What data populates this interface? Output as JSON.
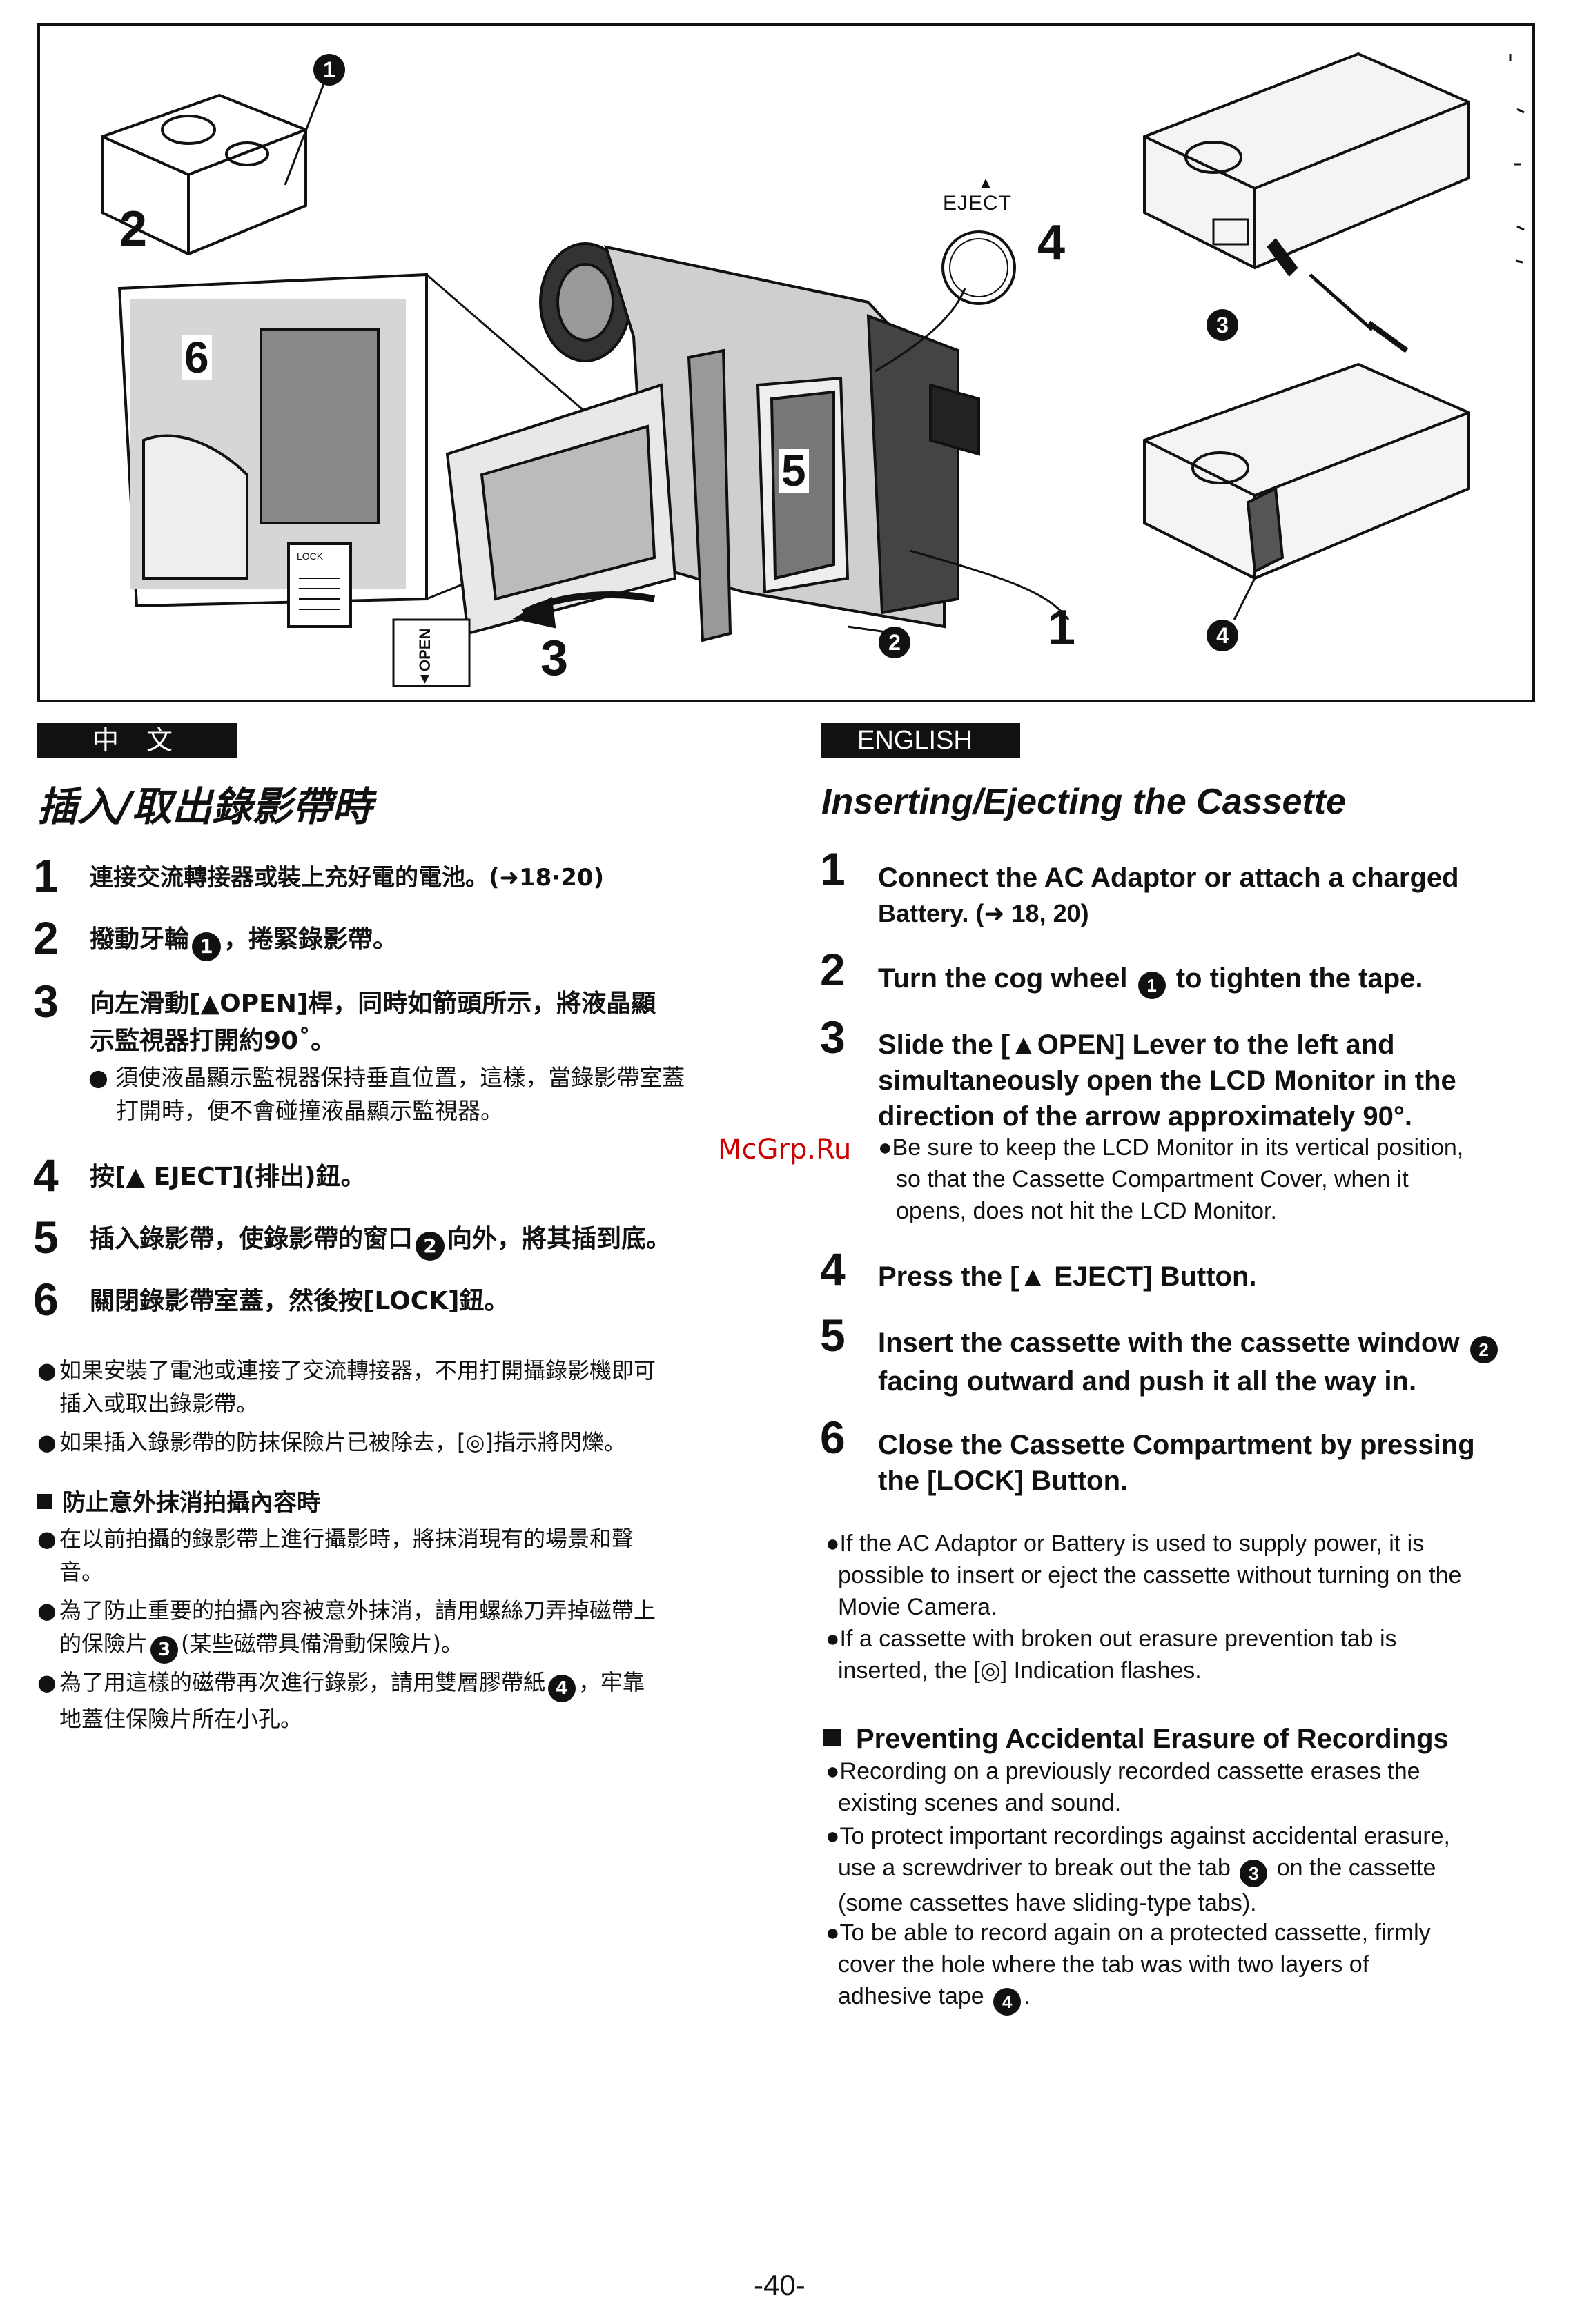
{
  "figure": {
    "callouts": {
      "c1": "1",
      "c2": "2",
      "c3": "3",
      "c4": "4",
      "c5": "5",
      "c6": "6",
      "circle1": "1",
      "circle2": "2",
      "circle3": "3",
      "circle4": "4"
    },
    "eject_label": "EJECT",
    "open_label": "▲OPEN",
    "lock_label": "LOCK"
  },
  "chinese": {
    "lang_label": "中 文",
    "title": "插入/取出錄影帶時",
    "steps": [
      {
        "num": "1",
        "text": "連接交流轉接器或裝上充好電的電池。(➜18·20)"
      },
      {
        "num": "2",
        "text_a": "撥動牙輪",
        "circ": "1",
        "text_b": "，捲緊錄影帶。"
      },
      {
        "num": "3",
        "line1": "向左滑動[▲OPEN]桿，同時如箭頭所示，將液晶顯",
        "line2": "示監視器打開約90˚。",
        "note1": "● 須使液晶顯示監視器保持垂直位置，這樣，當錄影帶室蓋",
        "note2": "打開時，便不會碰撞液晶顯示監視器。"
      },
      {
        "num": "4",
        "text": "按[▲ EJECT](排出)鈕。"
      },
      {
        "num": "5",
        "text_a": "插入錄影帶，使錄影帶的窗口",
        "circ": "2",
        "text_b": "向外，將其插到底。"
      },
      {
        "num": "6",
        "text": "關閉錄影帶室蓋，然後按[LOCK]鈕。"
      }
    ],
    "notes": [
      {
        "line1": "如果安裝了電池或連接了交流轉接器，不用打開攝錄影機即可",
        "line2": "插入或取出錄影帶。"
      },
      {
        "line1": "如果插入錄影帶的防抹保險片已被除去，[◎]指示將閃爍。"
      }
    ],
    "sub_head": "防止意外抹消拍攝內容時",
    "sub_notes": [
      {
        "line1": "在以前拍攝的錄影帶上進行攝影時，將抹消現有的場景和聲",
        "line2": "音。"
      },
      {
        "line1": "為了防止重要的拍攝內容被意外抹消，請用螺絲刀弄掉磁帶上",
        "line2a": "的保險片",
        "circ": "3",
        "line2b": "(某些磁帶具備滑動保險片)。"
      },
      {
        "line1a": "為了用這樣的磁帶再次進行錄影，請用雙層膠帶紙",
        "circ": "4",
        "line1b": "，牢靠",
        "line2": "地蓋住保險片所在小孔。"
      }
    ]
  },
  "english": {
    "lang_label": "ENGLISH",
    "title": "Inserting/Ejecting the Cassette",
    "steps": [
      {
        "num": "1",
        "line1": "Connect the AC Adaptor or attach a charged",
        "line2": "Battery. (➜ 18, 20)"
      },
      {
        "num": "2",
        "text_a": "Turn the cog wheel ",
        "circ": "1",
        "text_b": " to tighten the tape."
      },
      {
        "num": "3",
        "line1": "Slide the [▲OPEN] Lever to the left and",
        "line2": "simultaneously open the LCD Monitor in the",
        "line3": "direction of the arrow approximately 90°.",
        "note1": "●Be sure to keep the LCD Monitor in its vertical position,",
        "note2": "so that the Cassette Compartment Cover, when it",
        "note3": "opens, does not hit the LCD Monitor."
      },
      {
        "num": "4",
        "text": "Press the [▲ EJECT] Button."
      },
      {
        "num": "5",
        "line1a": "Insert the cassette with the cassette window ",
        "circ": "2",
        "line2": "facing outward and push it all the way in."
      },
      {
        "num": "6",
        "line1": "Close the Cassette Compartment by pressing",
        "line2": "the [LOCK] Button."
      }
    ],
    "notes": [
      {
        "line1": "●If the AC Adaptor or Battery is used to supply power, it is",
        "line2": "possible to insert or eject the cassette without turning on the",
        "line3": "Movie Camera."
      },
      {
        "line1": "●If a cassette with broken out erasure prevention tab is",
        "line2": "inserted, the [◎] Indication flashes."
      }
    ],
    "sub_head": "Preventing Accidental Erasure of Recordings",
    "sub_notes": [
      {
        "line1": "●Recording on a previously recorded cassette erases the",
        "line2": "existing scenes and sound."
      },
      {
        "line1": "●To protect important recordings against accidental erasure,",
        "line2a": "use a screwdriver to break out the tab ",
        "circ": "3",
        "line2b": " on the cassette",
        "line3": "(some cassettes have sliding-type tabs)."
      },
      {
        "line1": "●To be able to record again on a protected cassette, firmly",
        "line2": "cover the hole where the tab was with two layers of",
        "line3a": "adhesive tape ",
        "circ": "4",
        "line3b": "."
      }
    ]
  },
  "watermark": "McGrp.Ru",
  "page_number": "-40-"
}
